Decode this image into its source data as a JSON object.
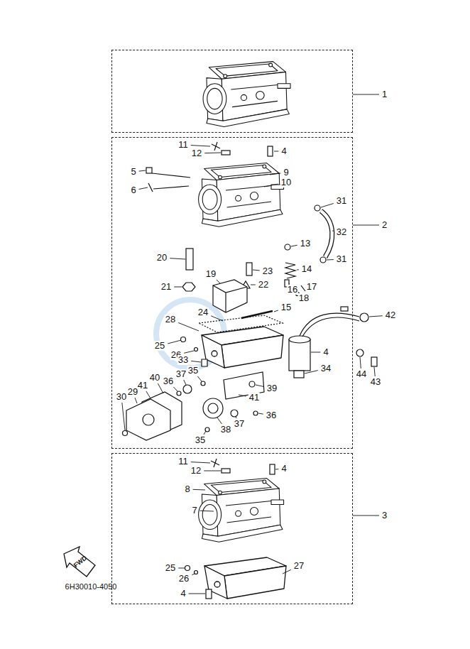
{
  "diagram": {
    "nodes": [
      {
        "text": [
          "1"
        ]
      },
      {
        "text": [
          "2"
        ]
      },
      {
        "text": [
          "3"
        ]
      }
    ],
    "labels": [
      "11",
      "12",
      "4",
      "5",
      "9",
      "6",
      "10",
      "31",
      "32",
      "13",
      "20",
      "14",
      "31",
      "23",
      "22",
      "16",
      "17",
      "21",
      "19",
      "18",
      "15",
      "24",
      "42",
      "28",
      "25",
      "26",
      "33",
      "4",
      "34",
      "44",
      "43",
      "39",
      "40",
      "37",
      "35",
      "36",
      "41",
      "29",
      "30",
      "41",
      "36",
      "37",
      "38",
      "35",
      "11",
      "12",
      "4",
      "8",
      "7",
      "25",
      "26",
      "27",
      "4",
      "6H30010-4050",
      "FWD"
    ]
  }
}
